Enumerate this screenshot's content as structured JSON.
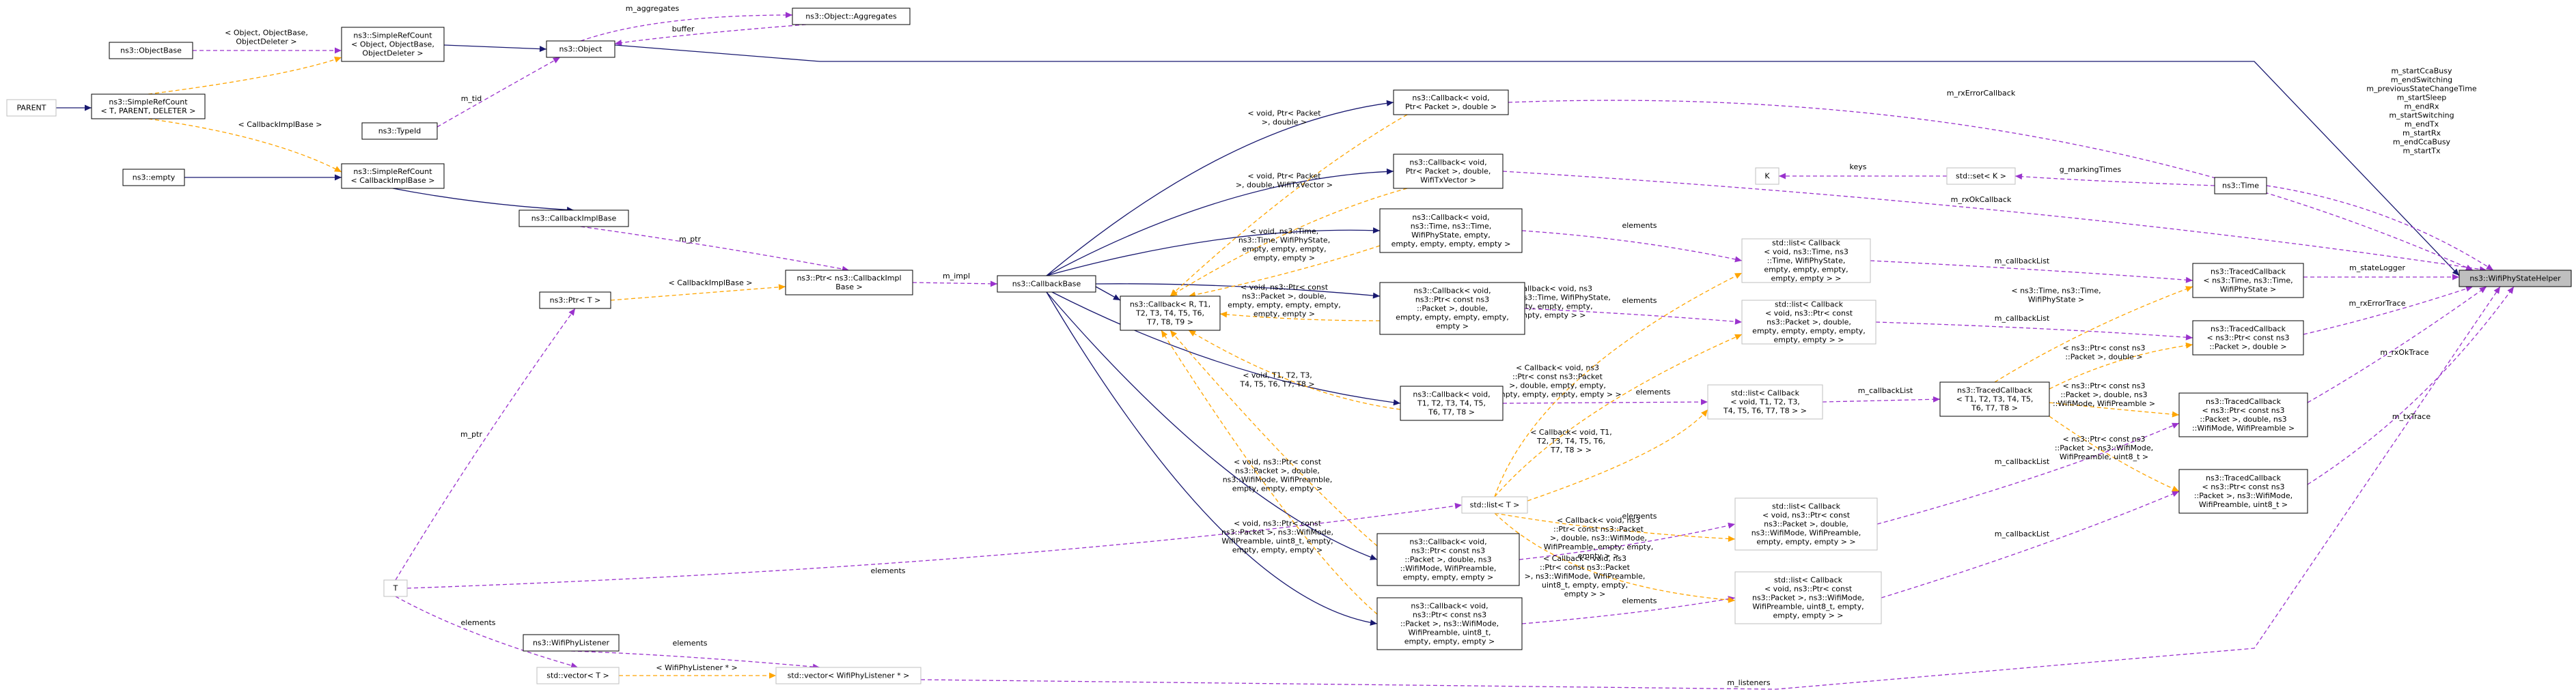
{
  "nodes": [
    {
      "id": "objectbase",
      "lines": [
        "ns3::ObjectBase"
      ],
      "style": "solid"
    },
    {
      "id": "parent",
      "lines": [
        "PARENT"
      ],
      "style": "grey"
    },
    {
      "id": "simplerefcount_t",
      "lines": [
        "ns3::SimpleRefCount",
        "< T, PARENT, DELETER >"
      ],
      "style": "solid"
    },
    {
      "id": "empty",
      "lines": [
        "ns3::empty"
      ],
      "style": "solid"
    },
    {
      "id": "simplerefcount_obj",
      "lines": [
        "ns3::SimpleRefCount",
        "< Object, ObjectBase,",
        "ObjectDeleter >"
      ],
      "style": "solid"
    },
    {
      "id": "typeid",
      "lines": [
        "ns3::TypeId"
      ],
      "style": "solid"
    },
    {
      "id": "object",
      "lines": [
        "ns3::Object"
      ],
      "style": "solid"
    },
    {
      "id": "aggregates",
      "lines": [
        "ns3::Object::Aggregates"
      ],
      "style": "solid"
    },
    {
      "id": "simplerefcount_cb",
      "lines": [
        "ns3::SimpleRefCount",
        "< CallbackImplBase >"
      ],
      "style": "solid"
    },
    {
      "id": "callbackimplbase",
      "lines": [
        "ns3::CallbackImplBase"
      ],
      "style": "solid"
    },
    {
      "id": "ptr_cbimpl",
      "lines": [
        "ns3::Ptr< ns3::CallbackImpl",
        "Base >"
      ],
      "style": "solid"
    },
    {
      "id": "ptr_t",
      "lines": [
        "ns3::Ptr< T >"
      ],
      "style": "solid"
    },
    {
      "id": "t",
      "lines": [
        "T"
      ],
      "style": "grey"
    },
    {
      "id": "wifiphylistener",
      "lines": [
        "ns3::WifiPhyListener"
      ],
      "style": "solid"
    },
    {
      "id": "vector_t",
      "lines": [
        "std::vector< T >"
      ],
      "style": "grey"
    },
    {
      "id": "vector_listener",
      "lines": [
        "std::vector< WifiPhyListener * >"
      ],
      "style": "grey"
    },
    {
      "id": "callbackbase",
      "lines": [
        "ns3::CallbackBase"
      ],
      "style": "solid"
    },
    {
      "id": "callback_r",
      "lines": [
        "ns3::Callback< R, T1,",
        "T2, T3, T4, T5, T6,",
        "T7, T8, T9 >"
      ],
      "style": "solid"
    },
    {
      "id": "cb_rxerror",
      "lines": [
        "ns3::Callback< void,",
        "Ptr< Packet >, double >"
      ],
      "style": "solid"
    },
    {
      "id": "cb_rxok",
      "lines": [
        "ns3::Callback< void,",
        "Ptr< Packet >, double,",
        "WifiTxVector >"
      ],
      "style": "solid"
    },
    {
      "id": "cb_state",
      "lines": [
        "ns3::Callback< void,",
        "ns3::Time, ns3::Time,",
        "WifiPhyState, empty,",
        "empty, empty, empty, empty >"
      ],
      "style": "solid"
    },
    {
      "id": "cb_packet_double",
      "lines": [
        "ns3::Callback< void,",
        "ns3::Ptr< const ns3",
        "::Packet >, double,",
        "empty, empty, empty, empty,",
        "empty >"
      ],
      "style": "solid"
    },
    {
      "id": "cb_t1t8",
      "lines": [
        "ns3::Callback< void,",
        "T1, T2, T3, T4, T5,",
        "T6, T7, T8 >"
      ],
      "style": "solid"
    },
    {
      "id": "list_t",
      "lines": [
        "std::list< T >"
      ],
      "style": "grey"
    },
    {
      "id": "cb_packet_mode",
      "lines": [
        "ns3::Callback< void,",
        "ns3::Ptr< const ns3",
        "::Packet >, double, ns3",
        "::WifiMode, WifiPreamble,",
        "empty, empty, empty >"
      ],
      "style": "solid"
    },
    {
      "id": "cb_packet_uint",
      "lines": [
        "ns3::Callback< void,",
        "ns3::Ptr< const ns3",
        "::Packet >, ns3::WifiMode,",
        "WifiPreamble, uint8_t,",
        "empty, empty, empty >"
      ],
      "style": "solid"
    },
    {
      "id": "k",
      "lines": [
        "K"
      ],
      "style": "grey"
    },
    {
      "id": "set_k",
      "lines": [
        "std::set< K >"
      ],
      "style": "grey"
    },
    {
      "id": "time",
      "lines": [
        "ns3::Time"
      ],
      "style": "solid"
    },
    {
      "id": "list_state",
      "lines": [
        "std::list< Callback",
        "< void, ns3::Time, ns3",
        "::Time, WifiPhyState,",
        "empty, empty, empty,",
        "empty, empty > >"
      ],
      "style": "grey"
    },
    {
      "id": "list_packet_double",
      "lines": [
        "std::list< Callback",
        "< void, ns3::Ptr< const",
        "ns3::Packet >, double,",
        "empty, empty, empty, empty,",
        "empty, empty > >"
      ],
      "style": "grey"
    },
    {
      "id": "list_t1t8",
      "lines": [
        "std::list< Callback",
        "< void, T1, T2, T3,",
        "T4, T5, T6, T7, T8 > >"
      ],
      "style": "grey"
    },
    {
      "id": "list_packet_mode",
      "lines": [
        "std::list< Callback",
        "< void, ns3::Ptr< const",
        "ns3::Packet >, double,",
        "ns3::WifiMode, WifiPreamble,",
        "empty, empty, empty > >"
      ],
      "style": "grey"
    },
    {
      "id": "list_packet_uint",
      "lines": [
        "std::list< Callback",
        "< void, ns3::Ptr< const",
        "ns3::Packet >, ns3::WifiMode,",
        "WifiPreamble, uint8_t, empty,",
        "empty, empty > >"
      ],
      "style": "grey"
    },
    {
      "id": "traced_state",
      "lines": [
        "ns3::TracedCallback",
        "< ns3::Time, ns3::Time,",
        "WifiPhyState >"
      ],
      "style": "solid"
    },
    {
      "id": "traced_packet_double",
      "lines": [
        "ns3::TracedCallback",
        "< ns3::Ptr< const ns3",
        "::Packet >, double >"
      ],
      "style": "solid"
    },
    {
      "id": "traced_t1t8",
      "lines": [
        "ns3::TracedCallback",
        "< T1, T2, T3, T4, T5,",
        "T6, T7, T8 >"
      ],
      "style": "solid"
    },
    {
      "id": "traced_packet_mode",
      "lines": [
        "ns3::TracedCallback",
        "< ns3::Ptr< const ns3",
        "::Packet >, double, ns3",
        "::WifiMode, WifiPreamble >"
      ],
      "style": "solid"
    },
    {
      "id": "traced_packet_uint",
      "lines": [
        "ns3::TracedCallback",
        "< ns3::Ptr< const ns3",
        "::Packet >, ns3::WifiMode,",
        "WifiPreamble, uint8_t >"
      ],
      "style": "solid"
    },
    {
      "id": "helper",
      "lines": [
        "ns3::WifiPhyStateHelper"
      ],
      "style": "focus"
    }
  ],
  "edges": [
    {
      "id": "e01",
      "from": "objectbase",
      "to": "simplerefcount_obj",
      "kind": "usage",
      "label": [
        "< Object, ObjectBase,",
        "ObjectDeleter >"
      ]
    },
    {
      "id": "e02",
      "from": "simplerefcount_t",
      "to": "simplerefcount_obj",
      "kind": "template",
      "label": []
    },
    {
      "id": "e03",
      "from": "parent",
      "to": "simplerefcount_t",
      "kind": "inherit",
      "label": []
    },
    {
      "id": "e04",
      "from": "simplerefcount_t",
      "to": "simplerefcount_cb",
      "kind": "template",
      "label": [
        "< CallbackImplBase >"
      ]
    },
    {
      "id": "e05",
      "from": "simplerefcount_obj",
      "to": "object",
      "kind": "inherit",
      "label": []
    },
    {
      "id": "e06",
      "from": "typeid",
      "to": "object",
      "kind": "usage",
      "label": [
        "m_tid"
      ]
    },
    {
      "id": "e07",
      "from": "object",
      "to": "aggregates",
      "kind": "usage",
      "label": [
        "m_aggregates"
      ]
    },
    {
      "id": "e08",
      "from": "aggregates",
      "to": "object",
      "kind": "usage",
      "label": [
        "buffer"
      ]
    },
    {
      "id": "e09",
      "from": "object",
      "to": "helper",
      "kind": "inherit",
      "label": []
    },
    {
      "id": "e10",
      "from": "empty",
      "to": "simplerefcount_cb",
      "kind": "inherit",
      "label": []
    },
    {
      "id": "e11",
      "from": "simplerefcount_cb",
      "to": "callbackimplbase",
      "kind": "inherit",
      "label": []
    },
    {
      "id": "e12",
      "from": "callbackimplbase",
      "to": "ptr_cbimpl",
      "kind": "usage",
      "label": [
        "m_ptr"
      ]
    },
    {
      "id": "e13",
      "from": "ptr_t",
      "to": "ptr_cbimpl",
      "kind": "template",
      "label": [
        "< CallbackImplBase >"
      ]
    },
    {
      "id": "e14",
      "from": "ptr_cbimpl",
      "to": "callbackbase",
      "kind": "usage",
      "label": [
        "m_impl"
      ]
    },
    {
      "id": "e15",
      "from": "t",
      "to": "ptr_t",
      "kind": "usage",
      "label": [
        "m_ptr"
      ]
    },
    {
      "id": "e16",
      "from": "t",
      "to": "vector_t",
      "kind": "usage",
      "label": [
        "elements"
      ]
    },
    {
      "id": "e17",
      "from": "t",
      "to": "list_t",
      "kind": "usage",
      "label": [
        "elements"
      ]
    },
    {
      "id": "e18",
      "from": "vector_t",
      "to": "vector_listener",
      "kind": "template",
      "label": [
        "< WifiPhyListener * >"
      ]
    },
    {
      "id": "e19",
      "from": "wifiphylistener",
      "to": "vector_listener",
      "kind": "usage",
      "label": [
        "elements"
      ]
    },
    {
      "id": "e20",
      "from": "vector_listener",
      "to": "helper",
      "kind": "usage",
      "label": [
        "m_listeners"
      ]
    },
    {
      "id": "e21",
      "from": "callbackbase",
      "to": "cb_rxerror",
      "kind": "inherit",
      "label": []
    },
    {
      "id": "e22",
      "from": "callbackbase",
      "to": "cb_rxok",
      "kind": "inherit",
      "label": []
    },
    {
      "id": "e23",
      "from": "callbackbase",
      "to": "cb_state",
      "kind": "inherit",
      "label": []
    },
    {
      "id": "e24",
      "from": "callbackbase",
      "to": "cb_packet_double",
      "kind": "inherit",
      "label": []
    },
    {
      "id": "e25",
      "from": "callbackbase",
      "to": "callback_r",
      "kind": "inherit",
      "label": []
    },
    {
      "id": "e26",
      "from": "callbackbase",
      "to": "cb_t1t8",
      "kind": "inherit",
      "label": []
    },
    {
      "id": "e27",
      "from": "callbackbase",
      "to": "cb_packet_mode",
      "kind": "inherit",
      "label": []
    },
    {
      "id": "e28",
      "from": "callbackbase",
      "to": "cb_packet_uint",
      "kind": "inherit",
      "label": []
    },
    {
      "id": "e29",
      "from": "callback_r",
      "to": "cb_rxerror",
      "kind": "template",
      "label": [
        "< void, Ptr< Packet",
        ">, double >"
      ]
    },
    {
      "id": "e30",
      "from": "callback_r",
      "to": "cb_rxok",
      "kind": "template",
      "label": [
        "< void, Ptr< Packet",
        ">, double, WifiTxVector >"
      ]
    },
    {
      "id": "e31",
      "from": "callback_r",
      "to": "cb_state",
      "kind": "template",
      "label": [
        "< void, ns3::Time,",
        "ns3::Time, WifiPhyState,",
        "empty, empty, empty,",
        "empty, empty >"
      ]
    },
    {
      "id": "e32",
      "from": "callback_r",
      "to": "cb_packet_double",
      "kind": "template",
      "label": [
        "< void, ns3::Ptr< const",
        "ns3::Packet >, double,",
        "empty, empty, empty, empty,",
        "empty, empty >"
      ]
    },
    {
      "id": "e33",
      "from": "callback_r",
      "to": "cb_t1t8",
      "kind": "template",
      "label": [
        "< void, T1, T2, T3,",
        "T4, T5, T6, T7, T8 >"
      ]
    },
    {
      "id": "e34",
      "from": "callback_r",
      "to": "cb_packet_mode",
      "kind": "template",
      "label": [
        "< void, ns3::Ptr< const",
        "ns3::Packet >, double,",
        "ns3::WifiMode, WifiPreamble,",
        "empty, empty, empty >"
      ]
    },
    {
      "id": "e35",
      "from": "callback_r",
      "to": "cb_packet_uint",
      "kind": "template",
      "label": [
        "< void, ns3::Ptr< const",
        "ns3::Packet >, ns3::WifiMode,",
        "WifiPreamble, uint8_t, empty,",
        "empty, empty, empty >"
      ]
    },
    {
      "id": "e36",
      "from": "cb_rxerror",
      "to": "helper",
      "kind": "usage",
      "label": [
        "m_rxErrorCallback"
      ]
    },
    {
      "id": "e37",
      "from": "cb_rxok",
      "to": "helper",
      "kind": "usage",
      "label": [
        "m_rxOkCallback"
      ]
    },
    {
      "id": "e38",
      "from": "cb_state",
      "to": "list_state",
      "kind": "usage",
      "label": [
        "elements"
      ]
    },
    {
      "id": "e39",
      "from": "cb_packet_double",
      "to": "list_packet_double",
      "kind": "usage",
      "label": [
        "elements"
      ]
    },
    {
      "id": "e40",
      "from": "cb_t1t8",
      "to": "list_t1t8",
      "kind": "usage",
      "label": [
        "elements"
      ]
    },
    {
      "id": "e41",
      "from": "cb_packet_mode",
      "to": "list_packet_mode",
      "kind": "usage",
      "label": [
        "elements"
      ]
    },
    {
      "id": "e42",
      "from": "cb_packet_uint",
      "to": "list_packet_uint",
      "kind": "usage",
      "label": [
        "elements"
      ]
    },
    {
      "id": "e43",
      "from": "list_t",
      "to": "list_state",
      "kind": "template",
      "label": [
        "< Callback< void, ns3",
        "::Time, ns3::Time, WifiPhyState,",
        "empty, empty, empty,",
        "empty, empty > >"
      ]
    },
    {
      "id": "e44",
      "from": "list_t",
      "to": "list_packet_double",
      "kind": "template",
      "label": [
        "< Callback< void, ns3",
        "::Ptr< const ns3::Packet",
        ">, double, empty, empty,",
        "empty, empty, empty, empty > >"
      ]
    },
    {
      "id": "e45",
      "from": "list_t",
      "to": "list_t1t8",
      "kind": "template",
      "label": [
        "< Callback< void, T1,",
        "T2, T3, T4, T5, T6,",
        "T7, T8 > >"
      ]
    },
    {
      "id": "e46",
      "from": "list_t",
      "to": "list_packet_mode",
      "kind": "template",
      "label": [
        "< Callback< void, ns3",
        "::Ptr< const ns3::Packet",
        ">, double, ns3::WifiMode,",
        "WifiPreamble, empty, empty,",
        "empty > >"
      ]
    },
    {
      "id": "e47",
      "from": "list_t",
      "to": "list_packet_uint",
      "kind": "template",
      "label": [
        "< Callback< void, ns3",
        "::Ptr< const ns3::Packet",
        ">, ns3::WifiMode, WifiPreamble,",
        "uint8_t, empty, empty,",
        "empty > >"
      ]
    },
    {
      "id": "e48",
      "from": "list_state",
      "to": "traced_state",
      "kind": "usage",
      "label": [
        "m_callbackList"
      ]
    },
    {
      "id": "e49",
      "from": "list_packet_double",
      "to": "traced_packet_double",
      "kind": "usage",
      "label": [
        "m_callbackList"
      ]
    },
    {
      "id": "e50",
      "from": "list_t1t8",
      "to": "traced_t1t8",
      "kind": "usage",
      "label": [
        "m_callbackList"
      ]
    },
    {
      "id": "e51",
      "from": "list_packet_mode",
      "to": "traced_packet_mode",
      "kind": "usage",
      "label": [
        "m_callbackList"
      ]
    },
    {
      "id": "e52",
      "from": "list_packet_uint",
      "to": "traced_packet_uint",
      "kind": "usage",
      "label": [
        "m_callbackList"
      ]
    },
    {
      "id": "e53",
      "from": "traced_t1t8",
      "to": "traced_state",
      "kind": "template",
      "label": [
        "< ns3::Time, ns3::Time,",
        "WifiPhyState >"
      ]
    },
    {
      "id": "e54",
      "from": "traced_t1t8",
      "to": "traced_packet_double",
      "kind": "template",
      "label": [
        "< ns3::Ptr< const ns3",
        "::Packet >, double >"
      ]
    },
    {
      "id": "e55",
      "from": "traced_t1t8",
      "to": "traced_packet_mode",
      "kind": "template",
      "label": [
        "< ns3::Ptr< const ns3",
        "::Packet >, double, ns3",
        "::WifiMode, WifiPreamble >"
      ]
    },
    {
      "id": "e56",
      "from": "traced_t1t8",
      "to": "traced_packet_uint",
      "kind": "template",
      "label": [
        "< ns3::Ptr< const ns3",
        "::Packet >, ns3::WifiMode,",
        "WifiPreamble, uint8_t >"
      ]
    },
    {
      "id": "e57",
      "from": "k",
      "to": "set_k",
      "kind": "usage",
      "label": [
        "keys"
      ]
    },
    {
      "id": "e58",
      "from": "set_k",
      "to": "time",
      "kind": "usage",
      "label": [
        "g_markingTimes"
      ]
    },
    {
      "id": "e59",
      "from": "time",
      "to": "helper",
      "kind": "usage",
      "label": [
        "m_startCcaBusy",
        "m_endSwitching",
        "m_previousStateChangeTime",
        "m_startSleep",
        "m_endRx",
        "m_startSwitching",
        "m_endTx",
        "m_startRx",
        "m_endCcaBusy",
        "m_startTx"
      ]
    },
    {
      "id": "e60",
      "from": "traced_state",
      "to": "helper",
      "kind": "usage",
      "label": [
        "m_stateLogger"
      ]
    },
    {
      "id": "e61",
      "from": "traced_packet_double",
      "to": "helper",
      "kind": "usage",
      "label": [
        "m_rxErrorTrace"
      ]
    },
    {
      "id": "e62",
      "from": "traced_packet_mode",
      "to": "helper",
      "kind": "usage",
      "label": [
        "m_rxOkTrace"
      ]
    },
    {
      "id": "e63",
      "from": "traced_packet_uint",
      "to": "helper",
      "kind": "usage",
      "label": [
        "m_txTrace"
      ]
    }
  ]
}
